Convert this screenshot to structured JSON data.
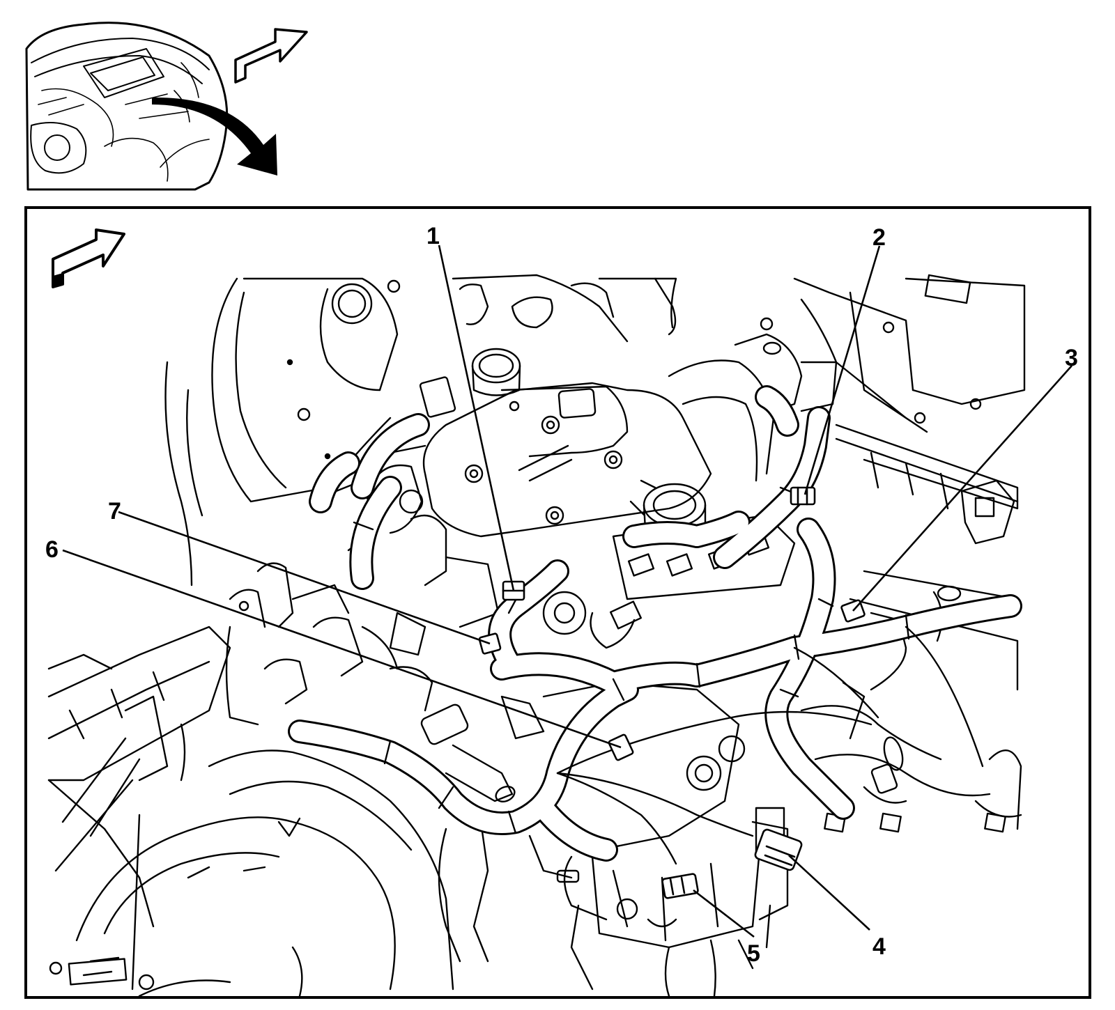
{
  "callouts": [
    {
      "id": "1",
      "label": "1"
    },
    {
      "id": "2",
      "label": "2"
    },
    {
      "id": "3",
      "label": "3"
    },
    {
      "id": "4",
      "label": "4"
    },
    {
      "id": "5",
      "label": "5"
    },
    {
      "id": "6",
      "label": "6"
    },
    {
      "id": "7",
      "label": "7"
    }
  ],
  "colors": {
    "ink": "#000000",
    "paper": "#ffffff"
  },
  "icons": [
    "front-direction-arrow-icon",
    "view-rotation-arrow-icon"
  ]
}
